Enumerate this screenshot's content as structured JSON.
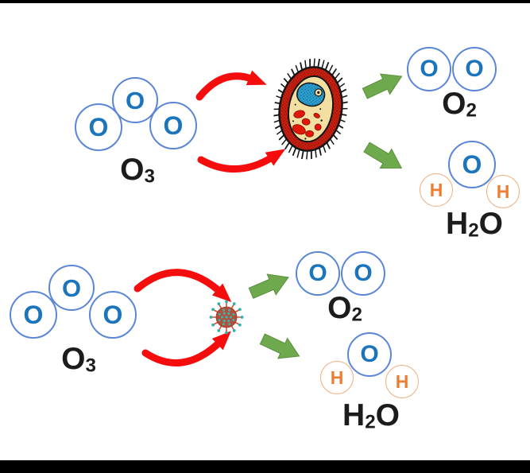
{
  "symbols": {
    "o": "O",
    "h": "H"
  },
  "formulas": {
    "ozone": {
      "base": "O",
      "sub": "3"
    },
    "oxygen": {
      "base": "O",
      "sub": "2"
    },
    "water": {
      "h": "H",
      "sub": "2",
      "o": "O"
    }
  },
  "icons": {
    "bacteria": "bacteria-cell-icon",
    "virus": "virus-particle-icon",
    "curved_arrow": "red-curved-arrow",
    "block_arrow": "green-block-arrow"
  },
  "colors": {
    "oxygen_letter": "#1b75bc",
    "oxygen_ring": "#5b86d7",
    "hydrogen_letter": "#ed7d31",
    "hydrogen_ring": "#f1ad7e",
    "red_arrow": "#f50d0d",
    "green_arrow": "#6ea94d",
    "formula_text": "#1c1c1c",
    "letterbox_bar": "#000000",
    "background": "#ffffff"
  },
  "reactions": [
    {
      "reactant": "O3",
      "agent": "bacteria",
      "products": [
        "O2",
        "H2O"
      ]
    },
    {
      "reactant": "O3",
      "agent": "virus",
      "products": [
        "O2",
        "H2O"
      ]
    }
  ]
}
